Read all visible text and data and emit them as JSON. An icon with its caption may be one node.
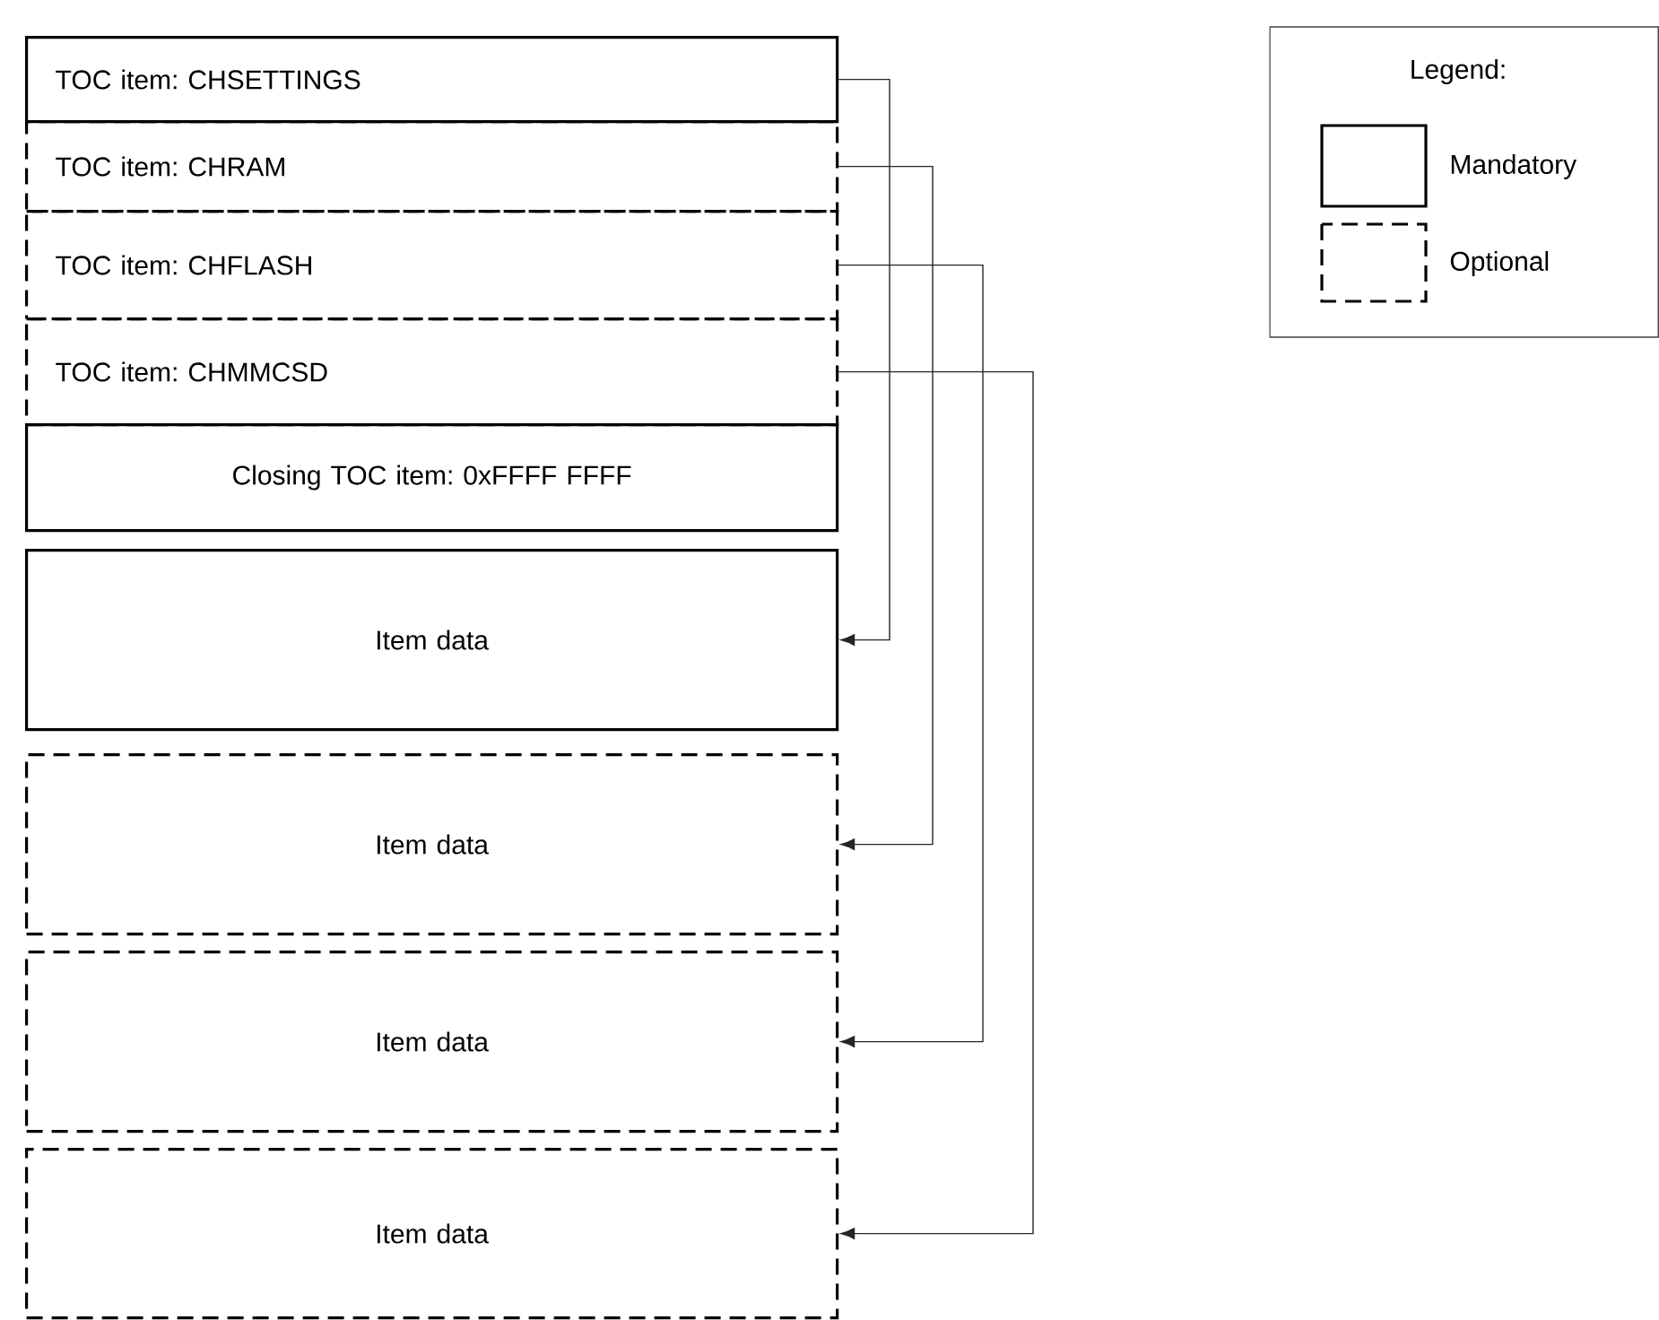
{
  "diagram": {
    "nodes": [
      {
        "text": [
          "TOC item: CHSETTINGS"
        ]
      },
      {
        "text": [
          "TOC item: CHRAM"
        ]
      },
      {
        "text": [
          "TOC item: CHFLASH"
        ]
      },
      {
        "text": [
          "TOC item: CHMMCSD"
        ]
      },
      {
        "text": [
          "Closing TOC item: 0xFFFF FFFF"
        ]
      },
      {
        "text": [
          "Item data"
        ]
      },
      {
        "text": [
          "Item data"
        ]
      },
      {
        "text": [
          "Item data"
        ]
      },
      {
        "text": [
          "Item data"
        ]
      }
    ],
    "edges": [
      {
        "from": 0,
        "to": 5,
        "arrow": "to"
      },
      {
        "from": 1,
        "to": 6,
        "arrow": "to"
      },
      {
        "from": 2,
        "to": 7,
        "arrow": "to"
      },
      {
        "from": 3,
        "to": 8,
        "arrow": "to"
      }
    ],
    "labels": [
      "Legend:"
    ],
    "legend": [
      {
        "text": "Mandatory"
      },
      {
        "text": "Optional"
      }
    ]
  }
}
